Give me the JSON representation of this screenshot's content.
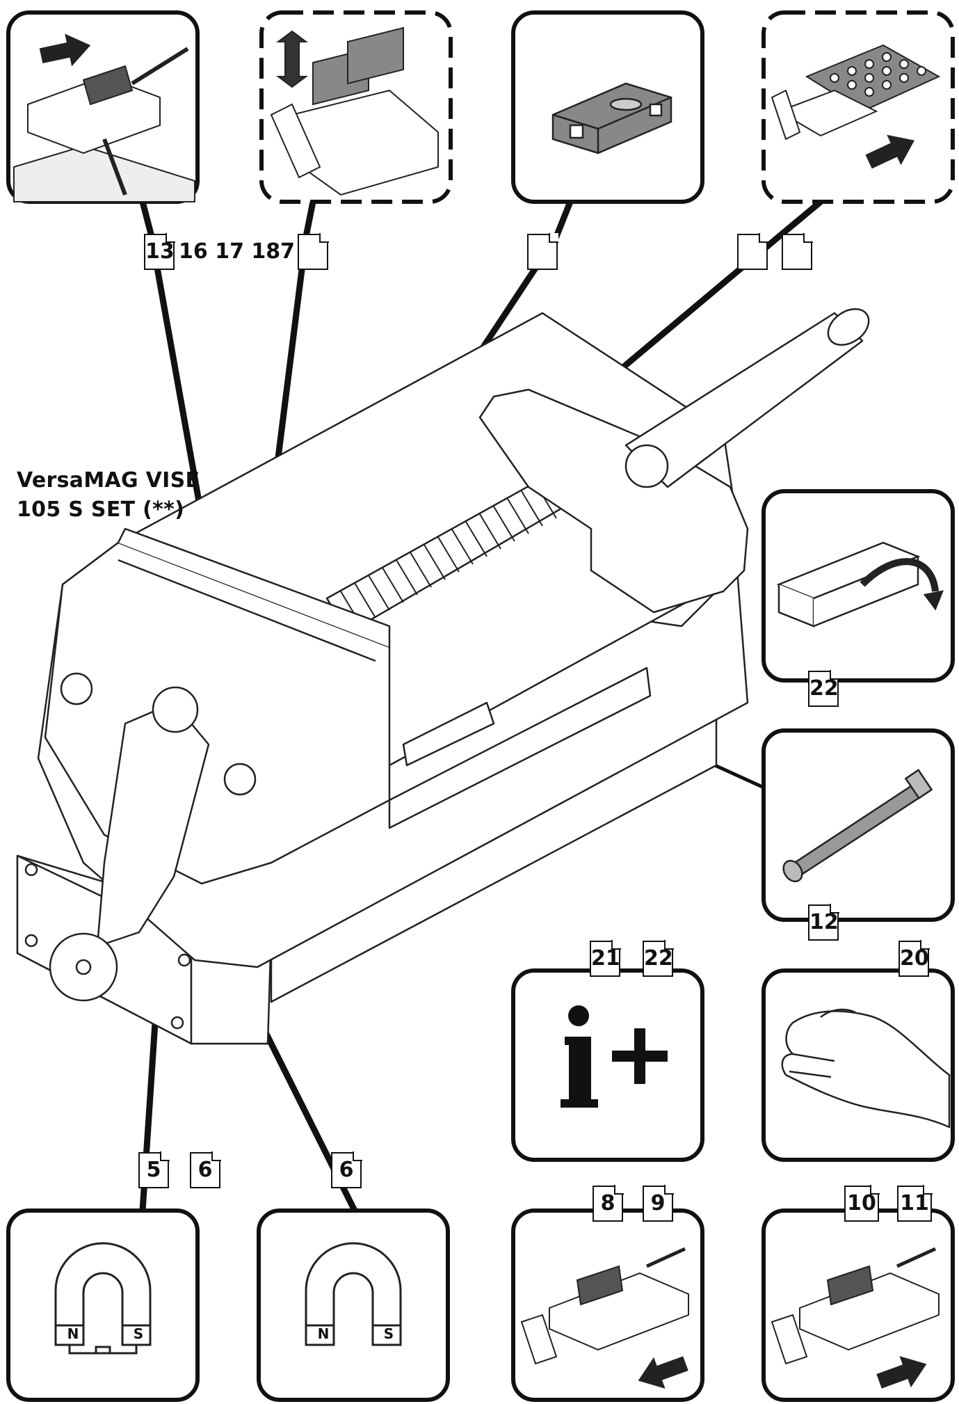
{
  "title": {
    "line1": "VersaMAG VISE",
    "line2": "105 S SET (**)"
  },
  "refs": {
    "top_left_box": "13",
    "top_left_plain": "16 17 187",
    "icon_12": "12",
    "icon_22": "22",
    "info_a": "21",
    "info_b": "22",
    "hand": "20",
    "mag1_a": "5",
    "mag1_b": "6",
    "mag2": "6",
    "push_a": "8",
    "push_b": "9",
    "pull_a": "10",
    "pull_b": "11",
    "dot": "."
  },
  "icons": [
    "slide-icon",
    "jaw-change-icon",
    "spirit-level-icon",
    "pin-plate-icon",
    "flip-jaw-icon",
    "rod-icon",
    "info-plus-icon",
    "hand-icon",
    "magnet-on-icon",
    "magnet-off-icon",
    "slide-out-icon",
    "slide-in-icon"
  ],
  "magnet_labels": {
    "north": "N",
    "south": "S"
  },
  "info_symbol": "i+"
}
